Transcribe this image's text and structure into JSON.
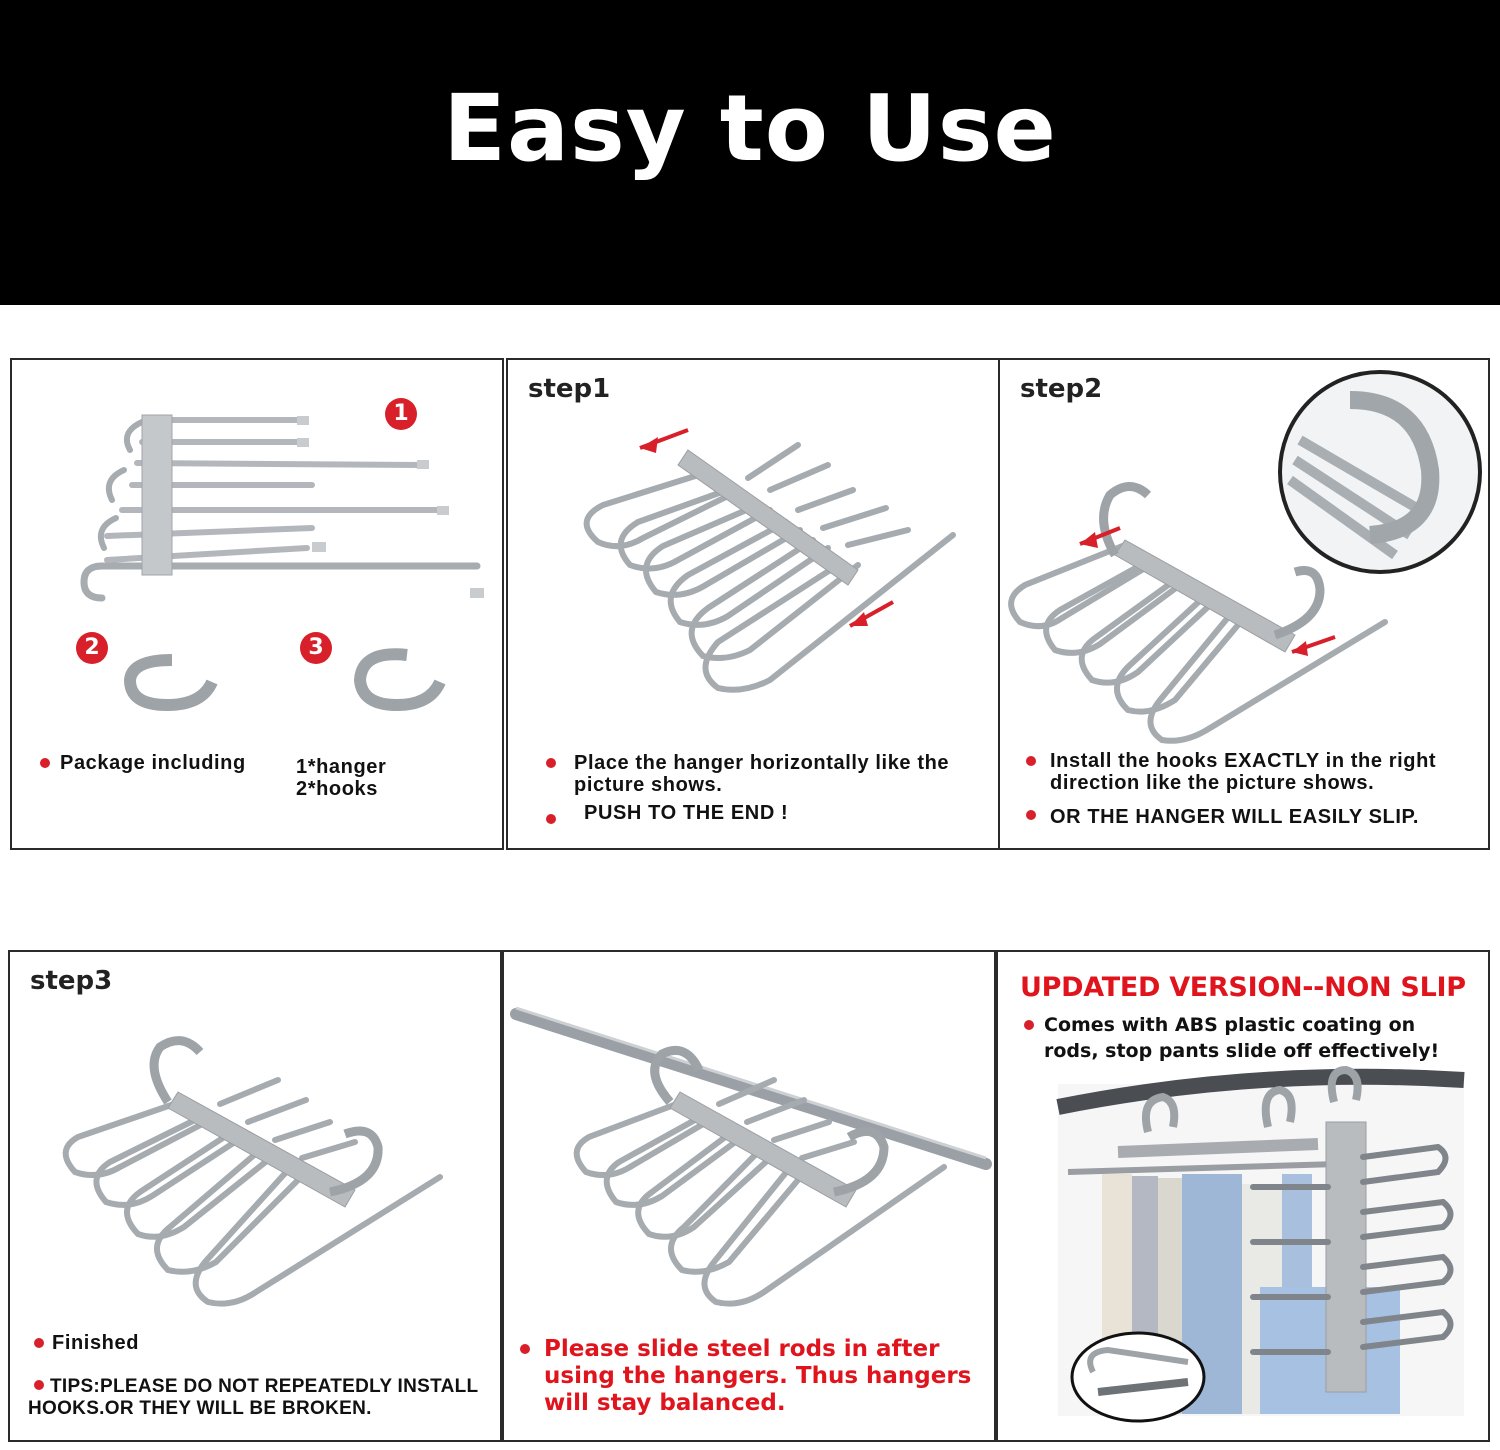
{
  "banner": {
    "title": "Easy to Use"
  },
  "panel1": {
    "badges": [
      "1",
      "2",
      "3"
    ],
    "bullet": "Package including",
    "contents": [
      "1*hanger",
      "2*hooks"
    ]
  },
  "panel2": {
    "step": "step1",
    "bullets": [
      "Place the hanger horizontally like the picture shows.",
      "PUSH TO THE END !"
    ]
  },
  "panel3": {
    "step": "step2",
    "bullets": [
      "Install the hooks EXACTLY in the right direction like the picture shows.",
      "OR THE HANGER WILL EASILY SLIP."
    ]
  },
  "panel4": {
    "step": "step3",
    "bullets": [
      "Finished",
      "TIPS:PLEASE DO NOT REPEATEDLY INSTALL HOOKS.OR THEY WILL BE BROKEN."
    ]
  },
  "panel5": {
    "bullet": "Please slide steel rods in after using the hangers. Thus hangers will stay balanced."
  },
  "panel6": {
    "heading": "UPDATED VERSION--NON SLIP",
    "bullet": "Comes with ABS plastic coating on rods, stop pants slide off effectively!"
  },
  "colors": {
    "accent_red": "#d8202a",
    "banner_bg": "#000000",
    "rod_grey": "#9aa0a6",
    "plastic_grey": "#b8bbbe"
  }
}
